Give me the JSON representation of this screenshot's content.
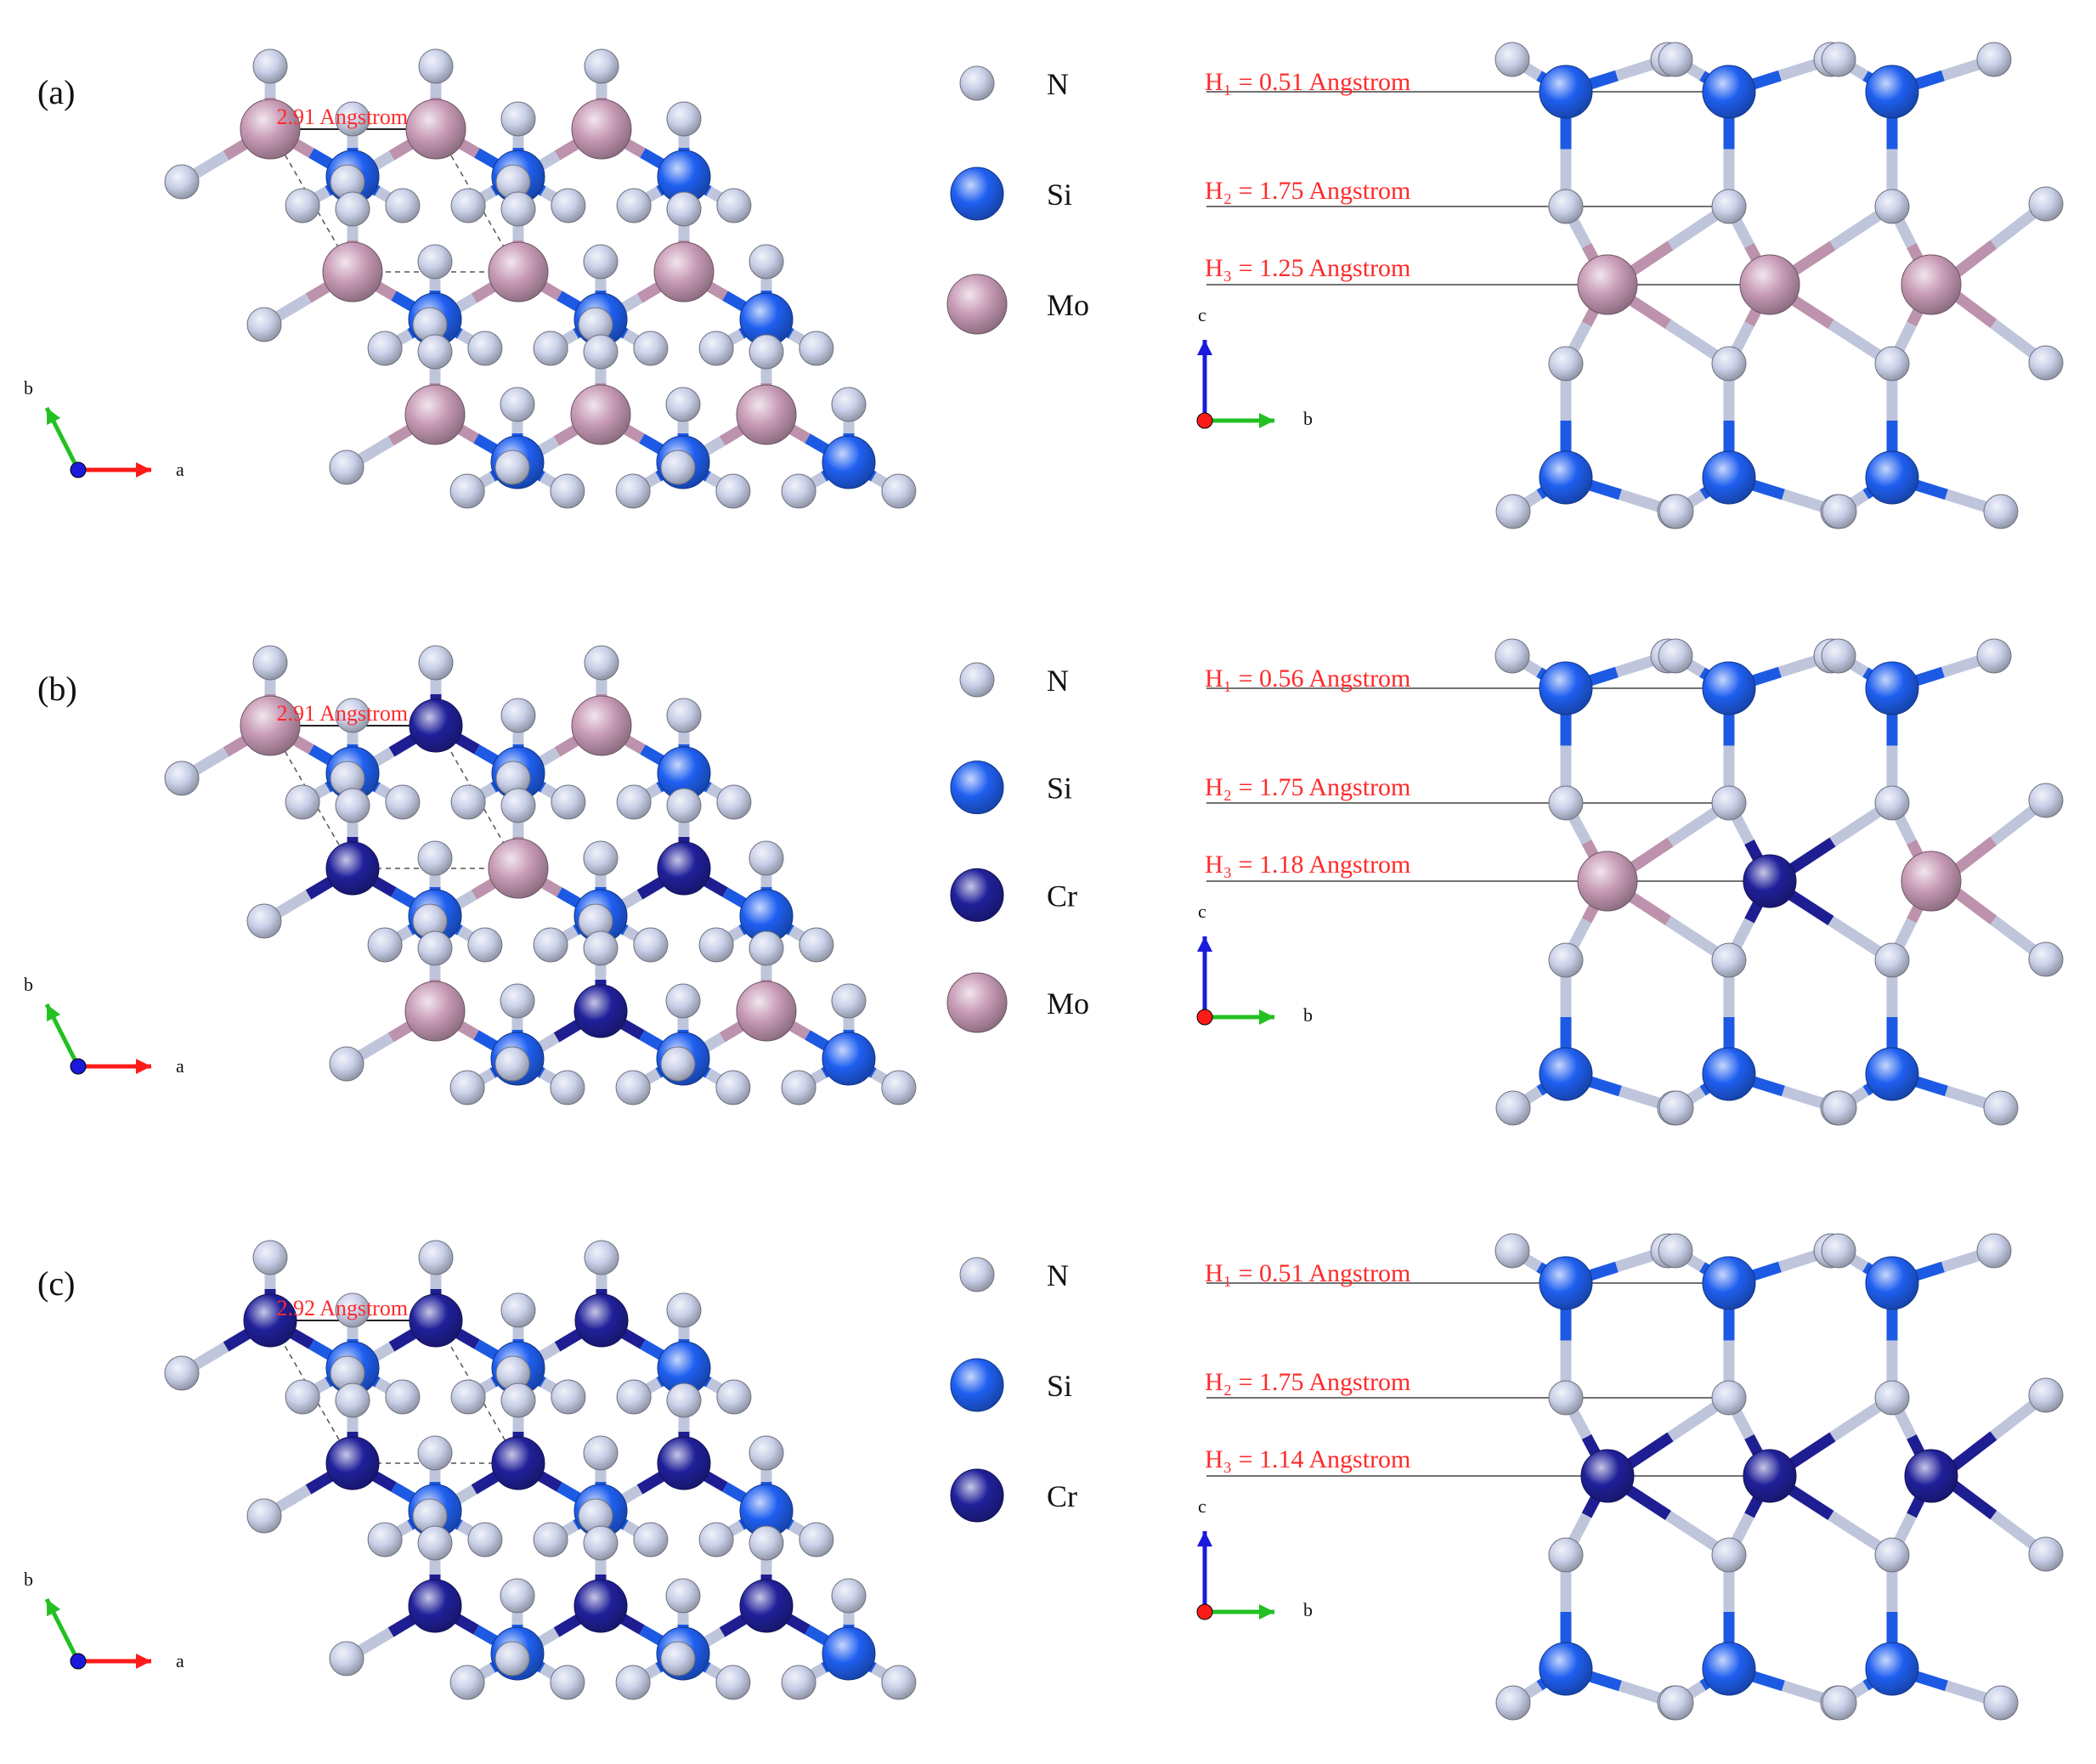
{
  "colors": {
    "N": "#c9d0e8",
    "Si": "#1f5ff0",
    "Cr": "#20209a",
    "Mo": "#c79ab5",
    "annotation": "#ff2a2a",
    "axis_a": "#ff1a1a",
    "axis_b": "#22c022",
    "axis_c": "#1a1add",
    "line": "#444444"
  },
  "panels": [
    {
      "id": "a",
      "label": "(a)",
      "lattice_text": "2.91 Angstrom",
      "legend": [
        {
          "symbol": "N",
          "label": "N"
        },
        {
          "symbol": "Si",
          "label": "Si"
        },
        {
          "symbol": "Mo",
          "label": "Mo"
        }
      ],
      "top_axes": {
        "horizontal": "a",
        "vertical": "b"
      },
      "side_axes": {
        "horizontal": "b",
        "vertical": "c"
      },
      "heights": [
        "H₁ = 0.51 Angstrom",
        "H₂ = 1.75 Angstrom",
        "H₃ = 1.25 Angstrom"
      ],
      "metal_sites": [
        "Mo",
        "Mo",
        "Mo",
        "Mo",
        "Mo",
        "Mo",
        "Mo",
        "Mo",
        "Mo"
      ],
      "side_metals": [
        "Mo",
        "Mo",
        "Mo"
      ]
    },
    {
      "id": "b",
      "label": "(b)",
      "lattice_text": "2.91 Angstrom",
      "legend": [
        {
          "symbol": "N",
          "label": "N"
        },
        {
          "symbol": "Si",
          "label": "Si"
        },
        {
          "symbol": "Cr",
          "label": "Cr"
        },
        {
          "symbol": "Mo",
          "label": "Mo"
        }
      ],
      "top_axes": {
        "horizontal": "a",
        "vertical": "b"
      },
      "side_axes": {
        "horizontal": "b",
        "vertical": "c"
      },
      "heights": [
        "H₁ = 0.56 Angstrom",
        "H₂ = 1.75 Angstrom",
        "H₃ = 1.18 Angstrom"
      ],
      "metal_sites": [
        "Mo",
        "Cr",
        "Mo",
        "Cr",
        "Mo",
        "Cr",
        "Mo",
        "Cr",
        "Mo"
      ],
      "side_metals": [
        "Mo",
        "Cr",
        "Mo"
      ]
    },
    {
      "id": "c",
      "label": "(c)",
      "lattice_text": "2.92 Angstrom",
      "legend": [
        {
          "symbol": "N",
          "label": "N"
        },
        {
          "symbol": "Si",
          "label": "Si"
        },
        {
          "symbol": "Cr",
          "label": "Cr"
        }
      ],
      "top_axes": {
        "horizontal": "a",
        "vertical": "b"
      },
      "side_axes": {
        "horizontal": "b",
        "vertical": "c"
      },
      "heights": [
        "H₁ = 0.51 Angstrom",
        "H₂ = 1.75 Angstrom",
        "H₃ = 1.14 Angstrom"
      ],
      "metal_sites": [
        "Cr",
        "Cr",
        "Cr",
        "Cr",
        "Cr",
        "Cr",
        "Cr",
        "Cr",
        "Cr"
      ],
      "side_metals": [
        "Cr",
        "Cr",
        "Cr"
      ]
    }
  ]
}
